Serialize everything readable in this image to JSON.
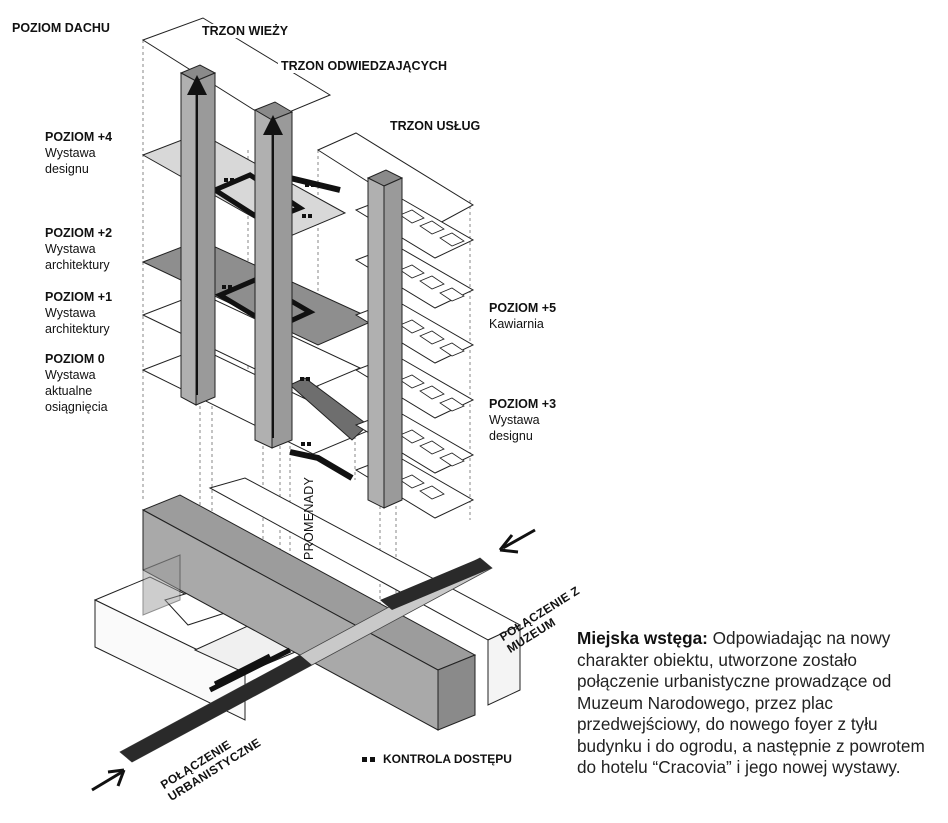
{
  "labels": {
    "roof": "POZIOM DACHU",
    "l4_title": "POZIOM +4",
    "l4_text": "Wystawa designu",
    "l2_title": "POZIOM +2",
    "l2_text": "Wystawa architektury",
    "l1_title": "POZIOM +1",
    "l1_text": "Wystawa architektury",
    "l0_title": "POZIOM 0",
    "l0_text": "Wystawa aktualne osiągnięcia",
    "l5_title": "POZIOM +5",
    "l5_text": "Kawiarnia",
    "l3_title": "POZIOM +3",
    "l3_text": "Wystawa designu"
  },
  "cores": {
    "tower": "TRZON WIEŻY",
    "visitors": "TRZON ODWIEDZAJĄCYCH",
    "services": "TRZON USŁUG"
  },
  "promenady": "PROMENADY",
  "connections": {
    "museum": "POŁĄCZENIE Z MUZEUM",
    "urban": "POŁĄCZENIE URBANISTYCZNE"
  },
  "legend": {
    "access_control": "KONTROLA DOSTĘPU"
  },
  "description": {
    "title": "Miejska wstęga:",
    "body": "Odpowiadając na nowy charakter obiektu, utworzone zostało połączenie urbanistyczne prowadzące od Muzeum Narodowego, przez plac przedwejściowy, do nowego foyer z tyłu budynku i do ogrodu, a następnie z powrotem do hotelu “Cracovia” i jego nowej wystawy."
  },
  "colors": {
    "line": "#222222",
    "core": "#a7a7a7",
    "slab_grey": "#8c8c8c",
    "slab_light": "#dcdcdc",
    "ribbon": "#2a2a2a"
  }
}
